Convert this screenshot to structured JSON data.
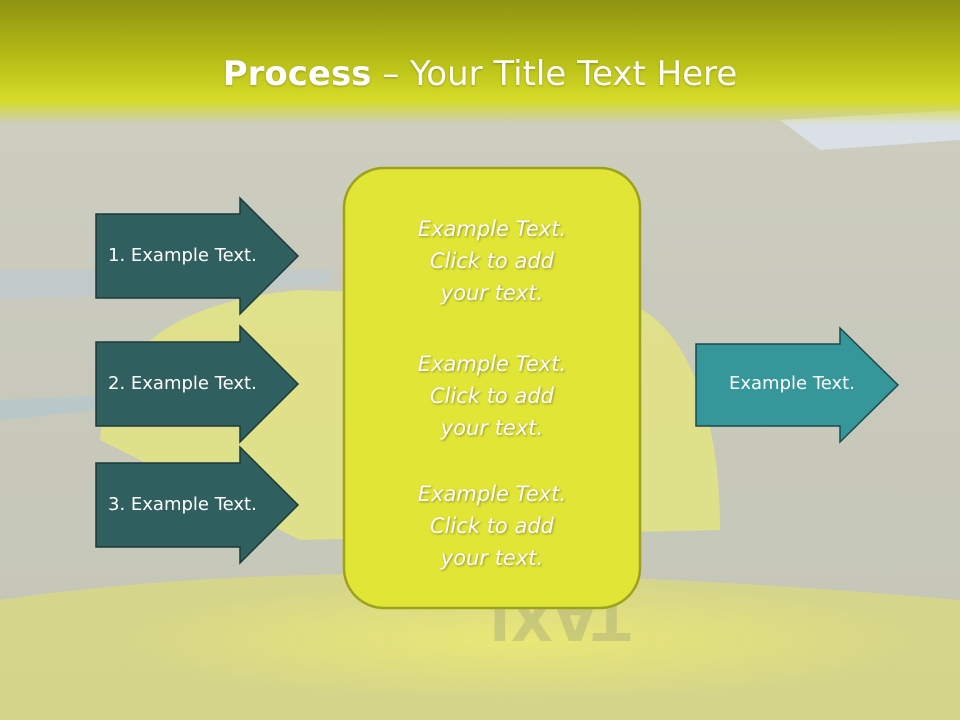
{
  "slide": {
    "title_bold": "Process",
    "title_rest": " – Your Title Text Here"
  },
  "inputs": [
    {
      "label": "1. Example Text."
    },
    {
      "label": "2. Example Text."
    },
    {
      "label": "3. Example Text."
    }
  ],
  "center": {
    "blocks": [
      {
        "line1": "Example Text.",
        "line2": "Click  to add",
        "line3": "your text."
      },
      {
        "line1": "Example Text.",
        "line2": "Click  to add",
        "line3": "your text."
      },
      {
        "line1": "Example Text.",
        "line2": "Click  to add",
        "line3": "your text."
      }
    ]
  },
  "output": {
    "label": "Example Text."
  },
  "colors": {
    "input_arrow": "#2f5f5e",
    "output_arrow": "#35979a",
    "panel_fill": "#e0e536",
    "panel_border": "#9da11c",
    "title_band": "#b4bb14"
  }
}
